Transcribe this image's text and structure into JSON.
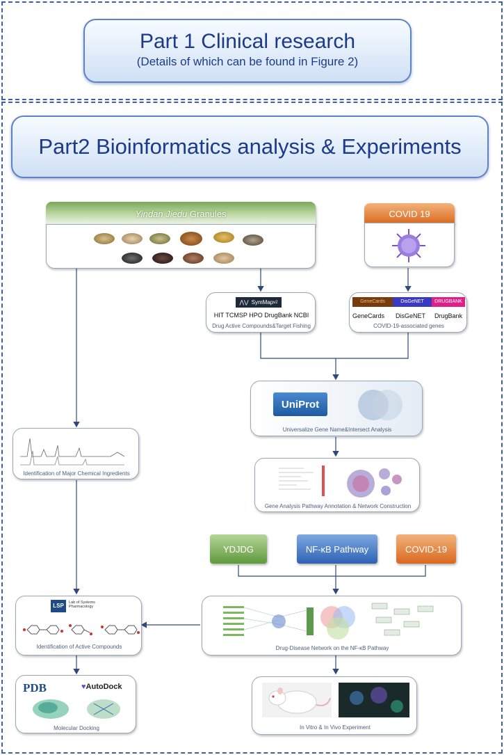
{
  "part1": {
    "title": "Part 1 Clinical research",
    "subtitle": "(Details of which can be found in Figure 2)"
  },
  "part2": {
    "title": "Part2 Bioinformatics analysis & Experiments"
  },
  "granules": {
    "title_italic": "Yindan Jiedu",
    "title_rest": " Granules"
  },
  "covid": {
    "label": "COVID 19"
  },
  "drug_sources": {
    "logo": "SymMap",
    "logo_suffix": "v2",
    "databases": "HIT TCMSP HPO DrugBank NCBI",
    "caption": "Drug Active Compounds&Target Fishing"
  },
  "disease_sources": {
    "logo_genecards": "GeneCards",
    "logo_disgenet": "DisGeNET",
    "logo_drugbank": "DRUGBANK",
    "db1": "GeneCards",
    "db2": "DisGeNET",
    "db3": "DrugBank",
    "caption": "COVID-19-associated genes"
  },
  "uniprot": {
    "logo": "UniProt",
    "caption": "Universalize Gene Name&Intersect Analysis"
  },
  "pathway": {
    "caption": "Gene Analysis Pathway Annotation & Network Construction"
  },
  "chem": {
    "caption": "Identification of Major Chemical Ingredients"
  },
  "triple": {
    "ydjdg": "YDJDG",
    "nfkb": "NF-κB Pathway",
    "covid": "COVID-19"
  },
  "active": {
    "logo": "LSP",
    "logo_text": "Lab of Systems Pharmacology",
    "caption": "Identification of Active Compounds"
  },
  "network": {
    "caption": "Drug-Disease Network on the NF-κB Pathway"
  },
  "docking": {
    "logo_pdb": "PDB",
    "logo_autodock": "AutoDock",
    "caption": "Molecular Docking"
  },
  "experiment": {
    "caption": "In Vitro  &  In Vivo Experiment"
  },
  "colors": {
    "frame": "#3d5fa3",
    "title_text": "#1d3a8a",
    "green": "#5f9a3c",
    "blue": "#2f62b5",
    "orange": "#d9691f"
  }
}
